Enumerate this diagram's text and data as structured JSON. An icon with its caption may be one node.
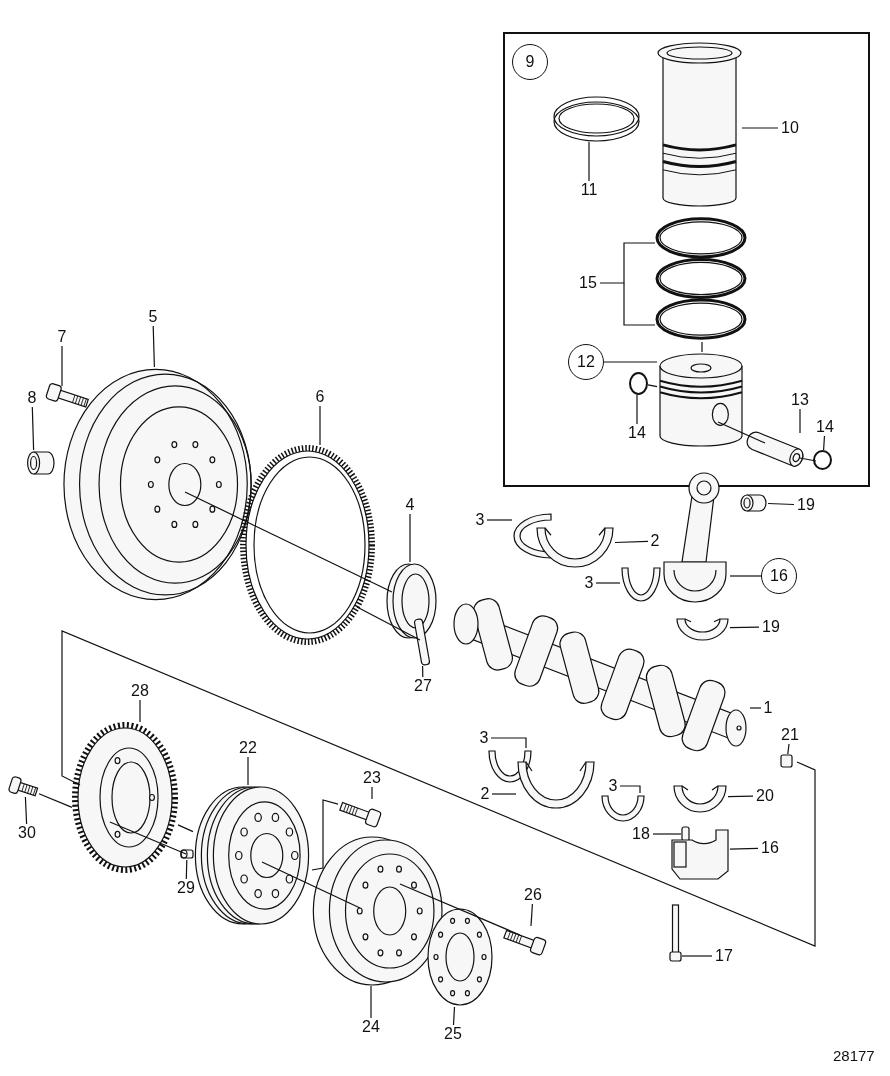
{
  "diagram": {
    "nodes": [
      {
        "text": [],
        "shape": "box"
      },
      {
        "text": [
          "9"
        ],
        "in": 0
      },
      {
        "text": [
          "10"
        ],
        "in": 0
      },
      {
        "text": [],
        "shape": "picture",
        "in": 0
      },
      {
        "text": [
          "11"
        ],
        "in": 0
      },
      {
        "text": [],
        "shape": "picture",
        "in": 0
      },
      {
        "text": [
          "15"
        ],
        "in": 0
      },
      {
        "text": [],
        "shape": "picture",
        "in": 0
      },
      {
        "text": [
          "12"
        ],
        "in": 0
      },
      {
        "text": [],
        "shape": "picture",
        "in": 0
      },
      {
        "text": [
          "14"
        ],
        "in": 0
      },
      {
        "text": [],
        "shape": "circle",
        "in": 0
      },
      {
        "text": [
          "13"
        ],
        "in": 0
      },
      {
        "text": [],
        "shape": "picture",
        "in": 0
      },
      {
        "text": [
          "14"
        ],
        "in": 0
      },
      {
        "text": [],
        "shape": "circle",
        "in": 0
      },
      {
        "text": [
          "5"
        ]
      },
      {
        "text": [],
        "shape": "picture"
      },
      {
        "text": [
          "7"
        ]
      },
      {
        "text": [],
        "shape": "picture"
      },
      {
        "text": [
          "8"
        ]
      },
      {
        "text": [],
        "shape": "cylinder"
      },
      {
        "text": [
          "6"
        ]
      },
      {
        "text": [],
        "shape": "picture"
      },
      {
        "text": [
          "4"
        ]
      },
      {
        "text": [],
        "shape": "picture"
      },
      {
        "text": [
          "27"
        ]
      },
      {
        "text": [],
        "shape": "box"
      },
      {
        "text": [
          "3"
        ]
      },
      {
        "text": [],
        "shape": "picture"
      },
      {
        "text": [
          "2"
        ]
      },
      {
        "text": [],
        "shape": "picture"
      },
      {
        "text": [
          "3"
        ]
      },
      {
        "text": [],
        "shape": "picture"
      },
      {
        "text": [],
        "shape": "picture"
      },
      {
        "text": [
          "16"
        ]
      },
      {
        "text": [],
        "shape": "picture"
      },
      {
        "text": [
          "19"
        ]
      },
      {
        "text": [],
        "shape": "picture"
      },
      {
        "text": [
          "1"
        ]
      },
      {
        "text": [],
        "shape": "picture"
      },
      {
        "text": [
          "19"
        ]
      },
      {
        "text": [
          "28"
        ]
      },
      {
        "text": [],
        "shape": "picture"
      },
      {
        "text": [
          "30"
        ]
      },
      {
        "text": [],
        "shape": "picture"
      },
      {
        "text": [
          "29"
        ]
      },
      {
        "text": [],
        "shape": "picture"
      },
      {
        "text": [
          "22"
        ]
      },
      {
        "text": [],
        "shape": "picture"
      },
      {
        "text": [
          "23"
        ]
      },
      {
        "text": [],
        "shape": "picture"
      },
      {
        "text": [
          "3"
        ]
      },
      {
        "text": [],
        "shape": "picture"
      },
      {
        "text": [
          "2"
        ]
      },
      {
        "text": [],
        "shape": "picture"
      },
      {
        "text": [
          "3"
        ]
      },
      {
        "text": [],
        "shape": "picture"
      },
      {
        "text": [
          "20"
        ]
      },
      {
        "text": [],
        "shape": "picture"
      },
      {
        "text": [
          "21"
        ]
      },
      {
        "text": [],
        "shape": "box"
      },
      {
        "text": [
          "18"
        ]
      },
      {
        "text": [],
        "shape": "box"
      },
      {
        "text": [
          "16"
        ]
      },
      {
        "text": [],
        "shape": "picture"
      },
      {
        "text": [
          "17"
        ]
      },
      {
        "text": [],
        "shape": "picture"
      },
      {
        "text": [
          "24"
        ]
      },
      {
        "text": [],
        "shape": "picture"
      },
      {
        "text": [
          "25"
        ]
      },
      {
        "text": [],
        "shape": "picture"
      },
      {
        "text": [
          "26"
        ]
      },
      {
        "text": [],
        "shape": "picture"
      }
    ],
    "edges": [
      {
        "from": 2,
        "to": 3,
        "arrow": "none"
      },
      {
        "from": 4,
        "to": 5,
        "arrow": "none"
      },
      {
        "from": 6,
        "to": 7,
        "arrow": "none"
      },
      {
        "from": 8,
        "to": 9,
        "arrow": "none"
      },
      {
        "from": 10,
        "to": 11,
        "arrow": "none"
      },
      {
        "from": 12,
        "to": 13,
        "arrow": "none"
      },
      {
        "from": 14,
        "to": 15,
        "arrow": "none"
      },
      {
        "from": 16,
        "to": 17,
        "arrow": "none"
      },
      {
        "from": 18,
        "to": 19,
        "arrow": "none"
      },
      {
        "from": 20,
        "to": 21,
        "arrow": "none"
      },
      {
        "from": 22,
        "to": 23,
        "arrow": "none"
      },
      {
        "from": 24,
        "to": 25,
        "arrow": "none"
      },
      {
        "from": 26,
        "to": 27,
        "arrow": "none"
      },
      {
        "from": 28,
        "to": 29,
        "arrow": "none"
      },
      {
        "from": 30,
        "to": 31,
        "arrow": "none"
      },
      {
        "from": 32,
        "to": 33,
        "arrow": "none"
      },
      {
        "from": 35,
        "to": 34,
        "arrow": "none"
      },
      {
        "from": 37,
        "to": 36,
        "arrow": "none"
      },
      {
        "from": 39,
        "to": 38,
        "arrow": "none"
      },
      {
        "from": 41,
        "to": 40,
        "arrow": "none"
      },
      {
        "from": 42,
        "to": 43,
        "arrow": "none"
      },
      {
        "from": 44,
        "to": 45,
        "arrow": "none"
      },
      {
        "from": 46,
        "to": 47,
        "arrow": "none"
      },
      {
        "from": 48,
        "to": 49,
        "arrow": "none"
      },
      {
        "from": 50,
        "to": 51,
        "arrow": "none"
      },
      {
        "from": 52,
        "to": 53,
        "arrow": "none"
      },
      {
        "from": 54,
        "to": 55,
        "arrow": "none"
      },
      {
        "from": 56,
        "to": 57,
        "arrow": "none"
      },
      {
        "from": 58,
        "to": 59,
        "arrow": "none"
      },
      {
        "from": 60,
        "to": 61,
        "arrow": "none"
      },
      {
        "from": 62,
        "to": 63,
        "arrow": "none"
      },
      {
        "from": 64,
        "to": 65,
        "arrow": "none"
      },
      {
        "from": 66,
        "to": 67,
        "arrow": "none"
      },
      {
        "from": 68,
        "to": 69,
        "arrow": "none"
      },
      {
        "from": 70,
        "to": 71,
        "arrow": "none"
      },
      {
        "from": 72,
        "to": 73,
        "arrow": "none"
      },
      {
        "from": 17,
        "to": 25,
        "arrow": "none"
      },
      {
        "from": 23,
        "to": 27,
        "arrow": "none"
      },
      {
        "from": 45,
        "to": 43,
        "arrow": "none"
      },
      {
        "from": 43,
        "to": 49,
        "arrow": "none"
      },
      {
        "from": 43,
        "to": 47,
        "arrow": "none"
      },
      {
        "from": 49,
        "to": 69,
        "arrow": "none"
      },
      {
        "from": 69,
        "to": 73,
        "arrow": "none"
      },
      {
        "from": 51,
        "to": 49,
        "arrow": "none"
      },
      {
        "from": 7,
        "to": 9,
        "arrow": "none"
      },
      {
        "from": 9,
        "to": 13,
        "arrow": "none"
      },
      {
        "from": 13,
        "to": 15,
        "arrow": "none"
      },
      {
        "from": 11,
        "to": 9,
        "arrow": "none"
      }
    ],
    "labels": [
      "28177"
    ]
  }
}
